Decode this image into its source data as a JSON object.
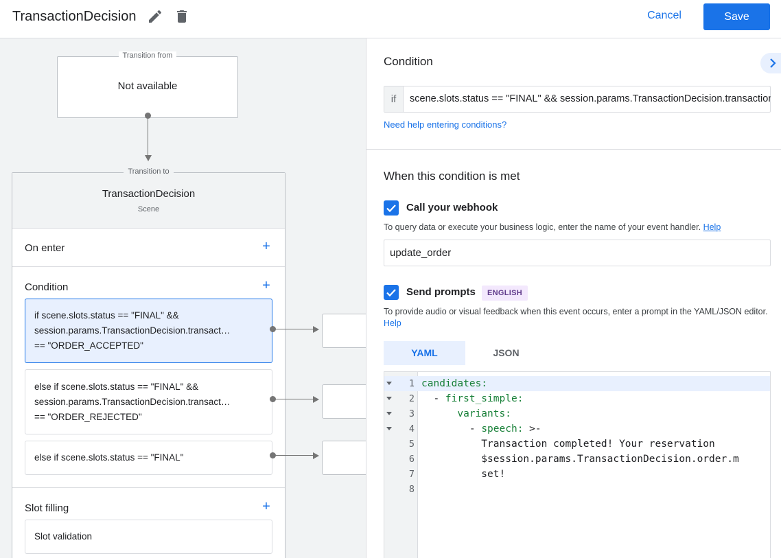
{
  "header": {
    "title": "TransactionDecision",
    "edit_icon": "pencil-icon",
    "delete_icon": "trash-icon",
    "cancel_label": "Cancel",
    "save_label": "Save"
  },
  "canvas": {
    "transition_from_label": "Transition from",
    "transition_from_value": "Not available",
    "transition_to_label": "Transition to",
    "scene_name": "TransactionDecision",
    "scene_type": "Scene",
    "on_enter_label": "On enter",
    "condition_label": "Condition",
    "conditions": [
      {
        "line1": "if scene.slots.status == \"FINAL\" &&",
        "line2": "session.params.TransactionDecision.transact…",
        "line3": "== \"ORDER_ACCEPTED\""
      },
      {
        "line1": "else if scene.slots.status == \"FINAL\" &&",
        "line2": "session.params.TransactionDecision.transact…",
        "line3": "== \"ORDER_REJECTED\""
      },
      {
        "line1": "else if scene.slots.status == \"FINAL\""
      }
    ],
    "slot_filling_label": "Slot filling",
    "slot_validation_label": "Slot validation"
  },
  "panel": {
    "condition_title": "Condition",
    "if_label": "if",
    "if_value": "scene.slots.status == \"FINAL\" && session.params.TransactionDecision.transactionDecision == \"ORDER_ACCEPTED\"",
    "help_conditions_link": "Need help entering conditions?",
    "met_title": "When this condition is met",
    "webhook_label": "Call your webhook",
    "webhook_desc": "To query data or execute your business logic, enter the name of your event handler.",
    "help_link": "Help",
    "webhook_value": "update_order",
    "prompts_label": "Send prompts",
    "language_badge": "ENGLISH",
    "prompts_desc": "To provide audio or visual feedback when this event occurs, enter a prompt in the YAML/JSON editor.",
    "tab_yaml": "YAML",
    "tab_json": "JSON",
    "code_lines": [
      {
        "num": "1",
        "fold": true
      },
      {
        "num": "2",
        "fold": true
      },
      {
        "num": "3",
        "fold": true
      },
      {
        "num": "4",
        "fold": true
      },
      {
        "num": "5",
        "fold": false,
        "text": "          Transaction completed! Your reservation"
      },
      {
        "num": "6",
        "fold": false,
        "text": "          $session.params.TransactionDecision.order.m"
      },
      {
        "num": "7",
        "fold": false,
        "text": "          set!"
      },
      {
        "num": "8",
        "fold": false,
        "text": ""
      }
    ],
    "code_tokens": {
      "l1_key": "candidates",
      "l2_key": "first_simple",
      "l3_key": "variants",
      "l4_key": "speech",
      "l4_val": ">-"
    }
  },
  "colors": {
    "accent": "#1a73e8",
    "yaml_key": "#188038",
    "badge_bg": "#f3e8fd",
    "selected_bg": "#e8f0fe"
  }
}
